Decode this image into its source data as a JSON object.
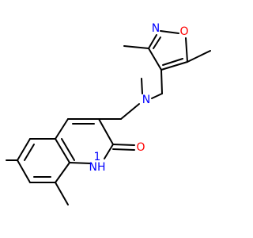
{
  "molecule": {
    "atoms": {
      "ring_oxygen": {
        "label": "O",
        "color": "#ff0000"
      },
      "ring_nitrogen": {
        "label": "N",
        "color": "#0000ff"
      },
      "amine_nitrogen": {
        "label": "N",
        "color": "#0000ff"
      },
      "carbonyl_oxygen": {
        "label": "O",
        "color": "#ff0000"
      },
      "lactam_nh": {
        "label": "NH",
        "color": "#0000ff"
      },
      "lactam_h_number": {
        "label": "1",
        "color": "#0000ff"
      }
    }
  }
}
